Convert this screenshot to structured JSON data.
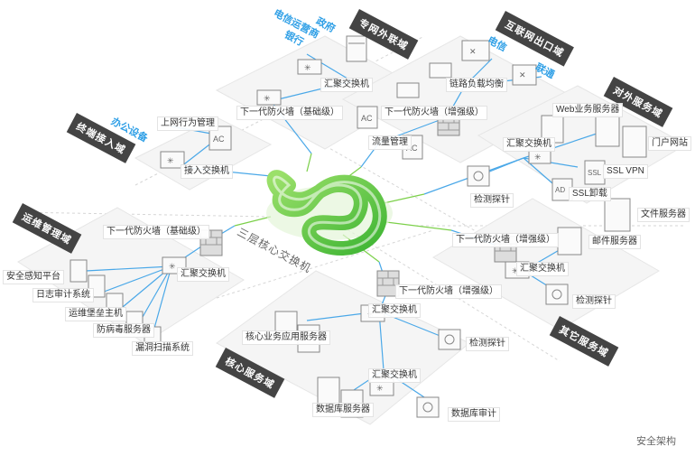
{
  "core_label": "三层核心交换机",
  "footer": "安全架构",
  "zones": {
    "wanlian": "专网外联域",
    "internet": "互联网出口域",
    "external": "对外服务域",
    "terminal": "终端接入域",
    "ops": "运维管理域",
    "other": "其它服务域",
    "core": "核心服务域"
  },
  "blue": {
    "xinyong": "电信运营商",
    "zhengfu": "政府",
    "yinhang": "银行",
    "dianxin": "电信",
    "liantong": "联通",
    "bangong": "办公设备"
  },
  "labels": {
    "agg_wanlian": "汇聚交换机",
    "fw_wanlian": "下一代防火墙（基础级）",
    "link_lb": "链路负载均衡",
    "fw_internet": "下一代防火墙（增强级）",
    "traffic_mgmt": "流量管理",
    "web_servers": "Web业务服务器",
    "portal": "门户网站",
    "agg_external": "汇聚交换机",
    "ssl_vpn": "SSL VPN",
    "ssl_offload": "SSL卸载",
    "probe_external": "检测探针",
    "behavior_mgmt": "上网行为管理",
    "access_switch": "接入交换机",
    "fw_ops": "下一代防火墙（基础级）",
    "agg_ops": "汇聚交换机",
    "sec_platform": "安全感知平台",
    "log_audit": "日志审计系统",
    "bastion": "运维堡垒主机",
    "antivirus": "防病毒服务器",
    "vuln_scan": "漏洞扫描系统",
    "file_server": "文件服务器",
    "mail_server": "邮件服务器",
    "fw_other": "下一代防火墙（增强级）",
    "agg_other": "汇聚交换机",
    "probe_other": "检测探针",
    "fw_core": "下一代防火墙（增强级）",
    "agg_core1": "汇聚交换机",
    "core_app": "核心业务应用服务器",
    "probe_core": "检测探针",
    "agg_core2": "汇聚交换机",
    "db_server": "数据库服务器",
    "db_audit": "数据库审计"
  },
  "icons": {
    "ac": "AC",
    "ssl": "SSL",
    "ad": "AD"
  }
}
